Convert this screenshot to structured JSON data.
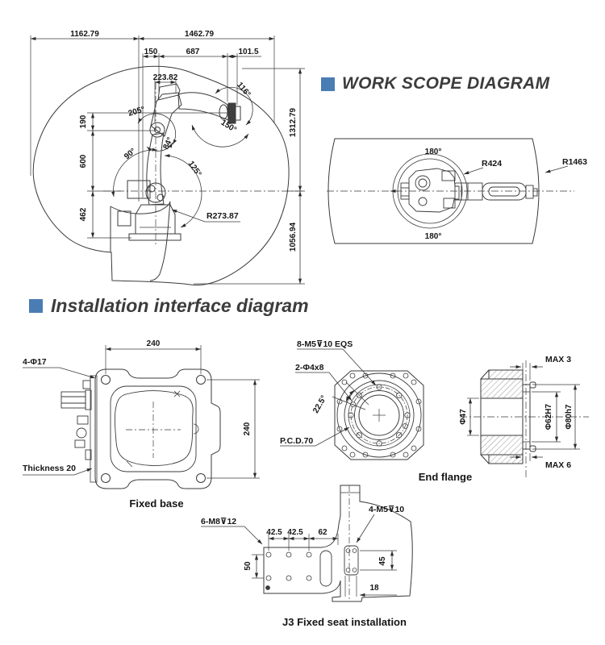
{
  "headings": {
    "work_scope": "WORK SCOPE DIAGRAM",
    "installation": "Installation interface diagram"
  },
  "colors": {
    "accent": "#4a7db3",
    "line": "#3a3a3a",
    "text": "#161616"
  },
  "side": {
    "d1162": "1162.79",
    "d1462": "1462.79",
    "d150": "150",
    "d687": "687",
    "d101": "101.5",
    "d223": "223.82",
    "d190": "190",
    "d600": "600",
    "d462": "462",
    "d1312": "1312.79",
    "d1056": "1056.94",
    "r273": "R273.87",
    "a116": "116°",
    "a205": "205°",
    "a150": "150°",
    "a84": "84°",
    "a90": "90°",
    "a125": "125°"
  },
  "top": {
    "a180_top": "180°",
    "a180_bottom": "180°",
    "r424": "R424",
    "r1463": "R1463"
  },
  "fixed_base": {
    "caption": "Fixed base",
    "holes": "4-Φ17",
    "width": "240",
    "height": "240",
    "thickness": "Thickness 20"
  },
  "end_flange": {
    "caption": "End flange",
    "bolts": "8-M5⊽10 EQS",
    "pins": "2-Φ4x8",
    "angle": "22.5°",
    "pcd": "P.C.D.70",
    "max_top": "MAX 3",
    "max_bottom": "MAX 6",
    "d47": "Φ47",
    "d62": "Φ62H7",
    "d80": "Φ80h7"
  },
  "j3": {
    "caption": "J3 Fixed seat installation",
    "bolts_left": "6-M8⊽12",
    "bolts_right": "4-M5⊽10",
    "d42a": "42.5",
    "d42b": "42.5",
    "d62": "62",
    "d50": "50",
    "d45": "45",
    "d18": "18"
  }
}
